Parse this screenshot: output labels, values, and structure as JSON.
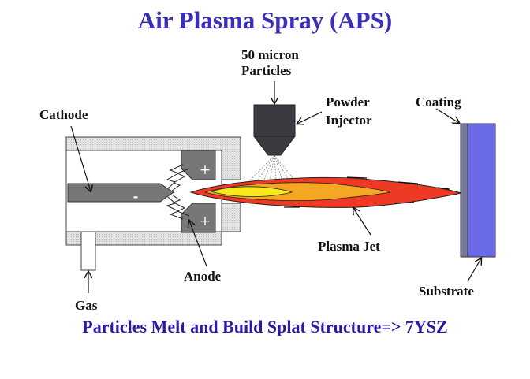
{
  "title": "Air Plasma Spray (APS)",
  "caption": "Particles Melt and Build Splat Structure=> 7YSZ",
  "labels": {
    "particles_line1": "50 micron",
    "particles_line2": "Particles",
    "powder_line1": "Powder",
    "powder_line2": "Injector",
    "coating": "Coating",
    "cathode": "Cathode",
    "anode": "Anode",
    "gas": "Gas",
    "plasma_jet": "Plasma Jet",
    "substrate": "Substrate"
  },
  "symbols": {
    "cathode_sign": "-",
    "anode_sign_top": "+",
    "anode_sign_bottom": "+"
  },
  "colors": {
    "title": "#3a2fb8",
    "caption": "#2a1aa8",
    "housing": "#d9d9d9",
    "electrode": "#777777",
    "injector": "#3a3a40",
    "jet_outer": "#ee3a24",
    "jet_middle": "#f5a623",
    "jet_core": "#f7e81c",
    "coating": "#7a7a9c",
    "substrate": "#6a6ae6"
  }
}
